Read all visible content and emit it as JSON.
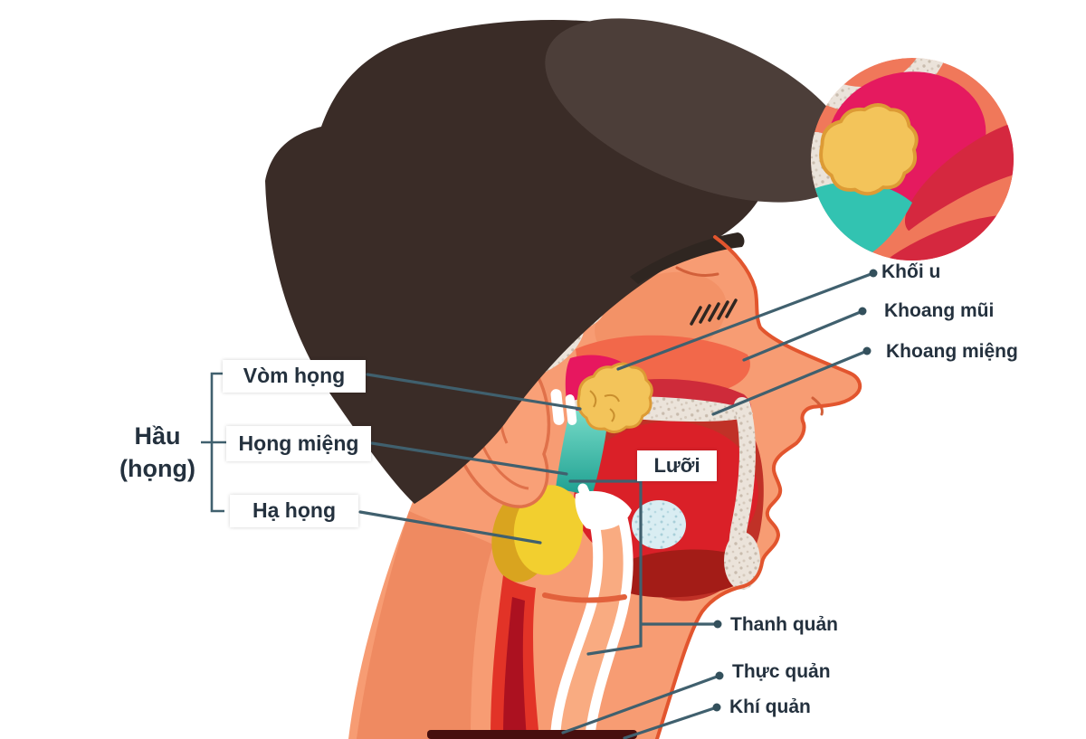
{
  "diagram": {
    "subject": "head-neck-pharynx-anatomy",
    "labels": {
      "pharynx_group": {
        "title_line1": "Hầu",
        "title_line2": "(họng)",
        "items": [
          {
            "label": "Vòm họng"
          },
          {
            "label": "Họng miệng"
          },
          {
            "label": "Hạ họng"
          }
        ]
      },
      "right": [
        {
          "label": "Khối u"
        },
        {
          "label": "Khoang mũi"
        },
        {
          "label": "Khoang miệng"
        }
      ],
      "tongue": {
        "label": "Lưỡi"
      },
      "bottom": [
        {
          "label": "Thanh quản"
        },
        {
          "label": "Thực quản"
        },
        {
          "label": "Khí quản"
        }
      ]
    },
    "colors": {
      "background": "#ffffff",
      "skin": "#f79c73",
      "skin_shadow": "#ef8a61",
      "face_outline": "#e2552e",
      "hair": "#3a2c27",
      "hair_highlight": "#4c3e39",
      "tumor_yellow": "#f3c45a",
      "tumor_outline": "#dd9b35",
      "nasopharynx_magenta": "#e7175f",
      "oropharynx_teal": "#2fc0ae",
      "larynx_yellow": "#f2cf2f",
      "larynx_mustard": "#d9a41f",
      "esophagus_red": "#e23327",
      "esophagus_dark": "#ac1120",
      "tongue_red": "#da2028",
      "mouth_dark_red": "#c03127",
      "palate_crimson": "#ce2b3a",
      "bone_speckle": "#ebe3da",
      "label_text": "#24313e",
      "leader_line": "#40606e"
    }
  }
}
